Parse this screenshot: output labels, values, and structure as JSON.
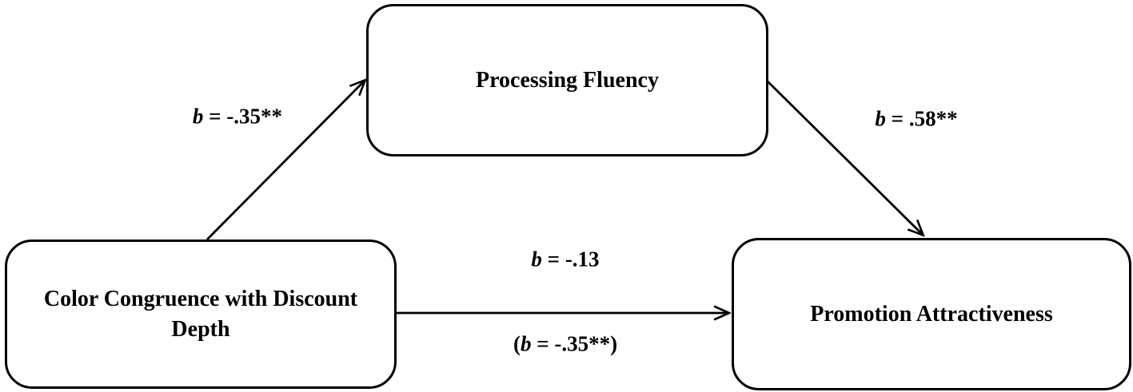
{
  "figure": {
    "type": "mediation-path-diagram",
    "background_color": "#ffffff",
    "line_color": "#000000",
    "text_color": "#000000"
  },
  "nodes": {
    "mediator": {
      "label": "Processing Fluency",
      "lines": [
        "Processing Fluency"
      ]
    },
    "independent": {
      "label": "Color Congruence with Discount Depth",
      "lines": [
        "Color Congruence with Discount",
        "Depth"
      ]
    },
    "dependent": {
      "label": "Promotion Attractiveness",
      "lines": [
        "Promotion Attractiveness"
      ]
    }
  },
  "paths": {
    "a": {
      "from": "independent",
      "to": "mediator",
      "variable": "b",
      "value": " = -.35**"
    },
    "b": {
      "from": "mediator",
      "to": "dependent",
      "variable": "b",
      "value": " = .58**"
    },
    "c": {
      "from": "independent",
      "to": "dependent",
      "direct": {
        "variable": "b",
        "value": " = -.13"
      },
      "total": {
        "prefix": "(",
        "variable": "b",
        "value": " = -.35**)"
      }
    }
  }
}
